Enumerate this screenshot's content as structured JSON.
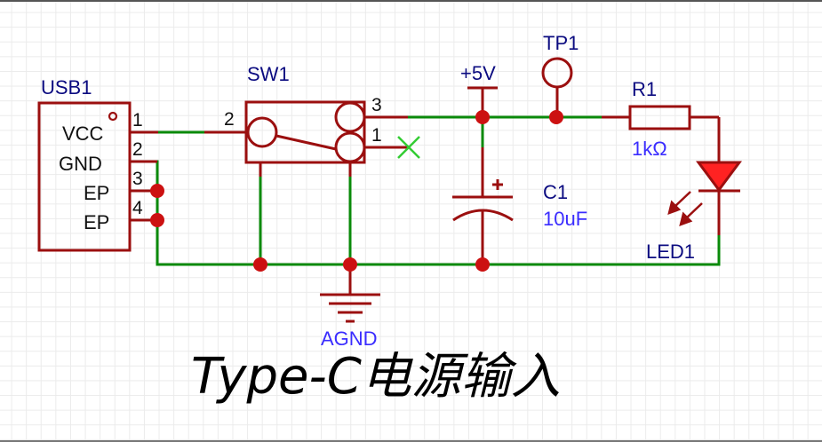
{
  "title": "Type-C电源输入",
  "colors": {
    "wire": "#0a8a0a",
    "component": "#9b0f0f",
    "junction": "#cc1111",
    "led_fill": "#ff2222",
    "no_connect": "#33cc33",
    "designator": "#0b0b80",
    "value": "#3a2cff"
  },
  "components": {
    "usb1": {
      "ref": "USB1",
      "pins": [
        {
          "num": "1",
          "name": "VCC"
        },
        {
          "num": "2",
          "name": "GND"
        },
        {
          "num": "3",
          "name": "EP"
        },
        {
          "num": "4",
          "name": "EP"
        }
      ]
    },
    "sw1": {
      "ref": "SW1",
      "pins": [
        {
          "num": "2"
        },
        {
          "num": "3"
        },
        {
          "num": "1"
        }
      ]
    },
    "power": {
      "net": "+5V"
    },
    "tp1": {
      "ref": "TP1"
    },
    "r1": {
      "ref": "R1",
      "value": "1kΩ"
    },
    "c1": {
      "ref": "C1",
      "value": "10uF"
    },
    "led1": {
      "ref": "LED1"
    },
    "gnd": {
      "net": "AGND"
    }
  },
  "no_connect": {
    "pin": "SW1.1",
    "icon": "no-connect-x-icon"
  }
}
